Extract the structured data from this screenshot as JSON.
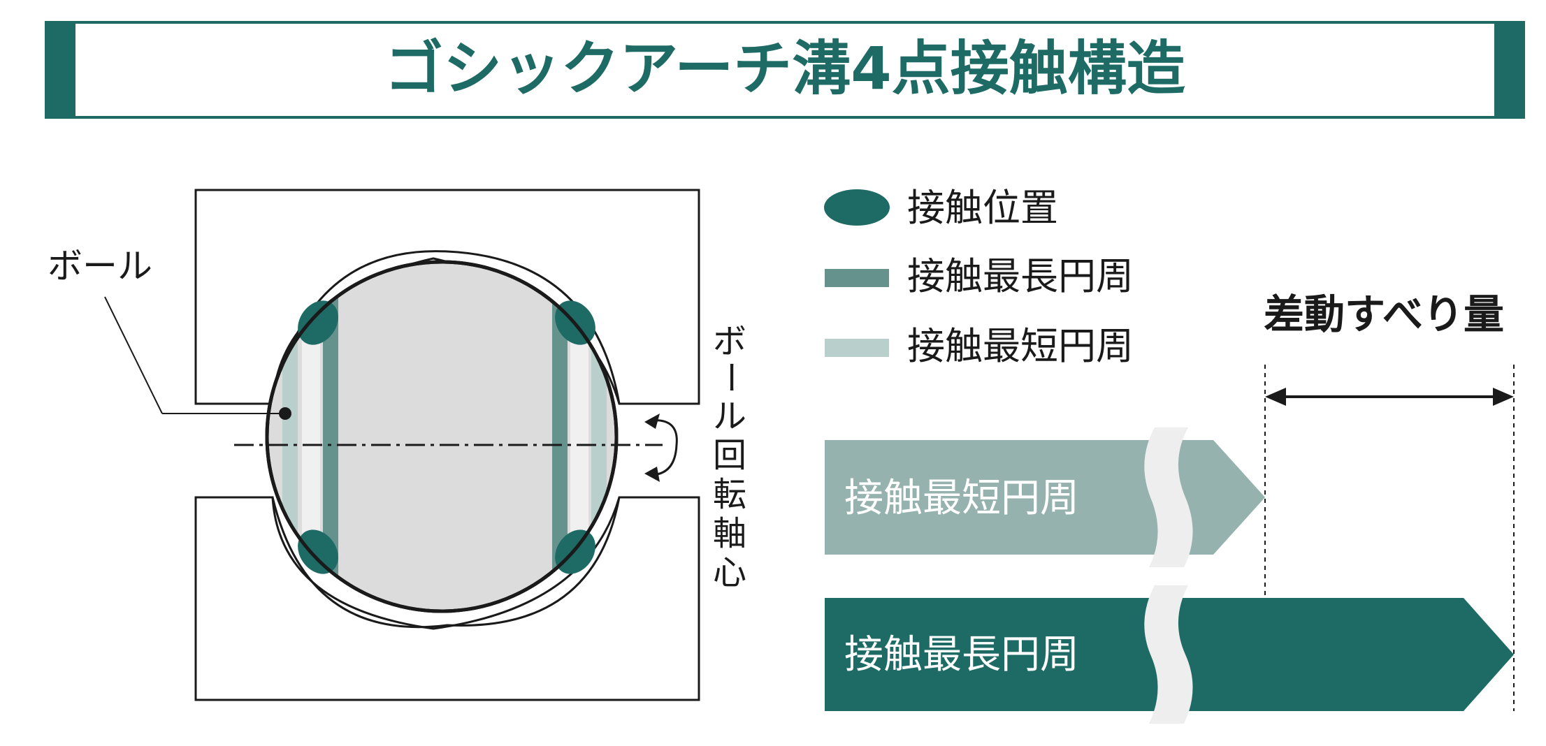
{
  "title": "ゴシックアーチ溝4点接触構造",
  "labels": {
    "ball": "ボール",
    "axis_chars": [
      "ボ",
      "ー",
      "ル",
      "回",
      "転",
      "軸",
      "心"
    ]
  },
  "legend": [
    {
      "label": "接触位置",
      "color": "#1e6b65"
    },
    {
      "label": "接触最長円周",
      "color": "#66928e"
    },
    {
      "label": "接触最短円周",
      "color": "#b9cfcc"
    }
  ],
  "slip": {
    "label": "差動すべり量",
    "short_label": "接触最短円周",
    "long_label": "接触最長円周"
  },
  "colors": {
    "brand": "#1e6b65",
    "short_arrow": "#96b2ae",
    "ball_fill": "#dcdcdc"
  }
}
